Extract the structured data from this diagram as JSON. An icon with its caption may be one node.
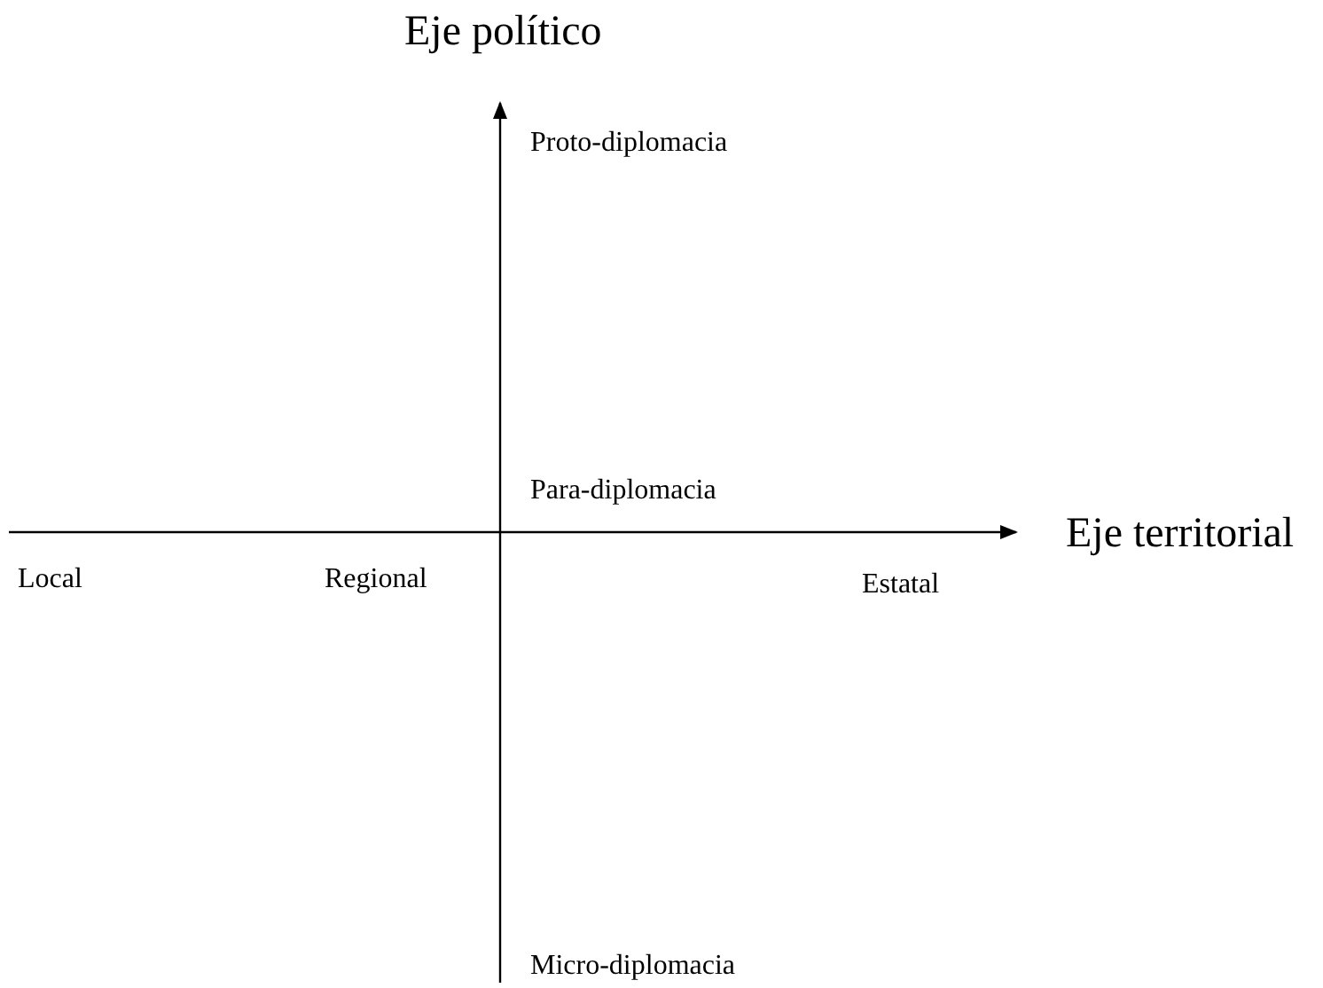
{
  "diagram": {
    "labels": [
      "Eje político",
      "Proto-diplomacia",
      "Para-diplomacia",
      "Eje territorial",
      "Local",
      "Regional",
      "Estatal",
      "Micro-diplomacia"
    ]
  }
}
